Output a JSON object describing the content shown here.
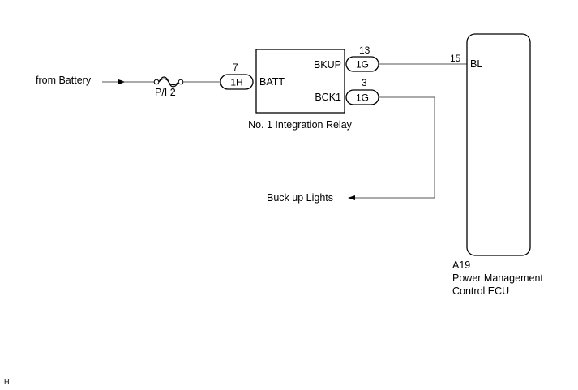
{
  "source_label": "from Battery",
  "fuse": {
    "label": "P/I 2"
  },
  "relay": {
    "name": "No. 1 Integration Relay",
    "terminals": {
      "batt": "BATT",
      "bkup": "BKUP",
      "bck1": "BCK1"
    }
  },
  "connectors": {
    "batt": {
      "code": "1H",
      "pin": "7"
    },
    "bkup": {
      "code": "1G",
      "pin": "13"
    },
    "bck1": {
      "code": "1G",
      "pin": "3"
    }
  },
  "ecu": {
    "code": "A19",
    "name_line1": "Power Management",
    "name_line2": "Control ECU",
    "pin": "15",
    "terminal": "BL"
  },
  "output_label": "Buck up Lights",
  "corner_mark": "H"
}
